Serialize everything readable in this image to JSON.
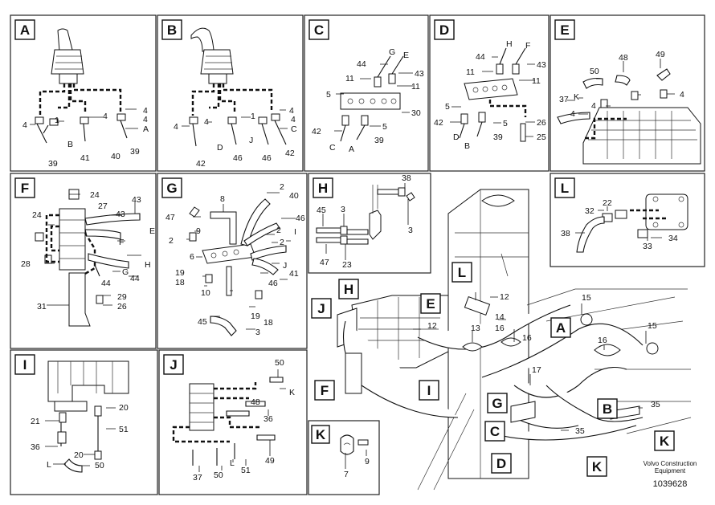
{
  "panels": [
    {
      "tag": "A",
      "numbers": [
        "4",
        "4",
        "1",
        "4",
        "A",
        "4",
        "B",
        "41",
        "40",
        "39",
        "39"
      ]
    },
    {
      "tag": "B",
      "numbers": [
        "4",
        "4",
        "1",
        "4",
        "C",
        "4",
        "D",
        "46",
        "J",
        "46",
        "42",
        "42"
      ]
    },
    {
      "tag": "C",
      "numbers": [
        "44",
        "G",
        "E",
        "43",
        "11",
        "11",
        "5",
        "30",
        "42",
        "5",
        "C",
        "A",
        "39"
      ]
    },
    {
      "tag": "D",
      "numbers": [
        "44",
        "H",
        "F",
        "43",
        "11",
        "11",
        "5",
        "42",
        "5",
        "26",
        "D",
        "B",
        "39",
        "25"
      ]
    },
    {
      "tag": "E",
      "numbers": [
        "48",
        "49",
        "50",
        "37",
        "K",
        "4",
        "4",
        "4"
      ]
    },
    {
      "tag": "F",
      "numbers": [
        "24",
        "43",
        "27",
        "24",
        "43",
        "E",
        "F",
        "28",
        "G",
        "H",
        "44",
        "44",
        "29",
        "26",
        "31"
      ]
    },
    {
      "tag": "G",
      "numbers": [
        "8",
        "2",
        "40",
        "47",
        "46",
        "9",
        "2",
        "2",
        "I",
        "6",
        "J",
        "2",
        "19",
        "18",
        "41",
        "46",
        "10",
        "19",
        "18",
        "45",
        "3"
      ]
    },
    {
      "tag": "H",
      "numbers": [
        "38",
        "45",
        "3",
        "3",
        "47",
        "23"
      ]
    },
    {
      "tag": "I",
      "numbers": [
        "20",
        "21",
        "51",
        "36",
        "20",
        "L",
        "50"
      ]
    },
    {
      "tag": "J",
      "numbers": [
        "50",
        "K",
        "48",
        "36",
        "49",
        "37",
        "50",
        "L",
        "51"
      ]
    },
    {
      "tag": "K",
      "numbers": [
        "9",
        "7"
      ]
    },
    {
      "tag": "L",
      "numbers": [
        "22",
        "32",
        "38",
        "33",
        "34"
      ]
    }
  ],
  "overview": {
    "tags": [
      "H",
      "L",
      "J",
      "E",
      "A",
      "F",
      "I",
      "G",
      "B",
      "C",
      "K",
      "D",
      "K"
    ],
    "numbers": [
      "12",
      "14",
      "12",
      "16",
      "13",
      "15",
      "16",
      "15",
      "16",
      "17",
      "35",
      "35"
    ]
  },
  "footer": {
    "brand_line1": "Volvo Construction",
    "brand_line2": "Equipment",
    "doc_number": "1039628"
  }
}
